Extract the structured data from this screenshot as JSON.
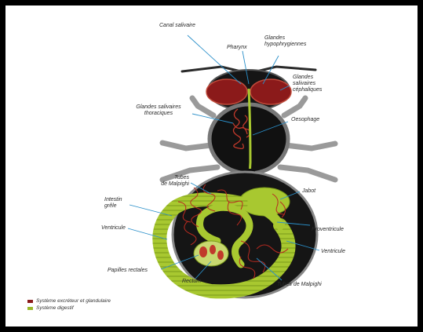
{
  "labels": {
    "canal_salivaire": "Canal salivaire",
    "pharynx": "Pharynx",
    "glandes_hypo_1": "Glandes",
    "glandes_hypo_2": "hypophrygiennes",
    "glandes_cephal_1": "Glandes",
    "glandes_cephal_2": "salivaires",
    "glandes_cephal_3": "céphaliques",
    "glandes_thor_1": "Glandes salivaires",
    "glandes_thor_2": "thoraciques",
    "oesophage": "Oesophage",
    "tubes_malpighi_top_1": "Tubes",
    "tubes_malpighi_top_2": "de Malpighi",
    "jabot": "Jabot",
    "intestin_1": "Intestin",
    "intestin_2": "grêle",
    "ventricule_left": "Ventricule",
    "proventricule": "Proventricule",
    "ventricule_right": "Ventricule",
    "papilles": "Papilles rectales",
    "rectum": "Rectum",
    "tubes_malpighi_bottom": "Tubes de Malpighi"
  },
  "legend": [
    {
      "label": "Système excréteur et glandulaire",
      "color": "#8b1a1a"
    },
    {
      "label": "Système digestif",
      "color": "#9ab82a"
    }
  ],
  "colors": {
    "excretory": "#8b1a1a",
    "digestive": "#a8c830",
    "body": "#111111",
    "legs": "#9a9a9a",
    "leader": "#2a8fc9"
  }
}
